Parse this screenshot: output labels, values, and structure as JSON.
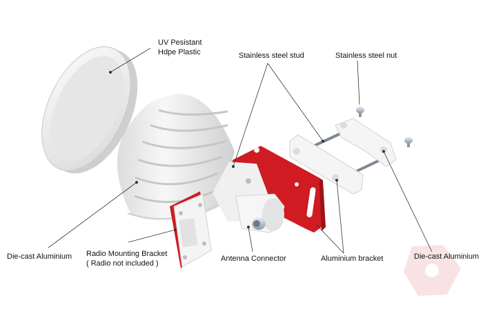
{
  "labels": {
    "uv_cover": [
      "UV Pesistant",
      "Hdpe Plastic"
    ],
    "stud": "Stainless steel stud",
    "nut": "Stainless steel nut",
    "die_cast_left": "Die-cast Aluminium",
    "radio_bracket": [
      "Radio Mounting Bracket",
      "( Radio not included )"
    ],
    "antenna_connector": "Antenna Connector",
    "aluminium_bracket": "Aluminium bracket",
    "die_cast_right": "Die-cast Aluminium"
  },
  "colors": {
    "bracket_red": "#d01b22",
    "white_part": "#f3f3f3",
    "shadow": "#d4d4d4",
    "leader": "#333333"
  }
}
